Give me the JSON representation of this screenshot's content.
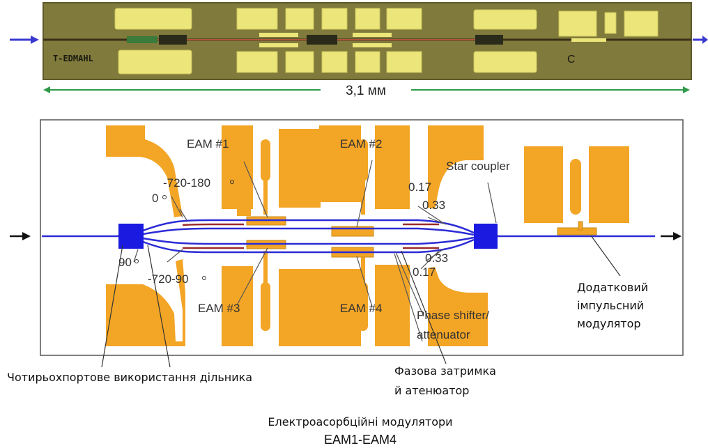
{
  "photo": {
    "chip_marking": "T-EDMAHL",
    "corner_mark": "C",
    "scale_label": "3,1 мм"
  },
  "schematic": {
    "labels": {
      "eam1": "EAM #1",
      "eam2": "EAM #2",
      "eam3": "EAM #3",
      "eam4": "EAM #4",
      "star_coupler": "Star coupler",
      "phase_top": "-720-180",
      "phase_zero": "0",
      "phase_90": "90",
      "phase_bottom": "-720-90",
      "ratio_017_top": "0.17",
      "ratio_033_top": "0.33",
      "ratio_033_bottom": "0.33",
      "ratio_017_bottom": "0.17",
      "phase_shifter_line1": "Phase shifter/",
      "phase_shifter_line2": "attenuator"
    }
  },
  "annotations": {
    "extra_modulator": [
      "Додатковий",
      "імпульсний",
      "модулятор"
    ],
    "four_port": "Чотирьохпортове використання дільника",
    "phase_delay": [
      "Фазова затримка",
      "й атенюатор"
    ],
    "eam_title": "Електроасорбційні модулятори",
    "eam_range": "EAM1-EAM4"
  },
  "colors": {
    "pad_orange": "#f3a526",
    "waveguide_blue": "#2b2bd6",
    "phase_red": "#9a2a2a",
    "photo_olive": "#807a3c",
    "photo_pad": "#ece67a",
    "scale_green": "#2f9a4a",
    "arrow_blue": "#3a3ad0"
  }
}
